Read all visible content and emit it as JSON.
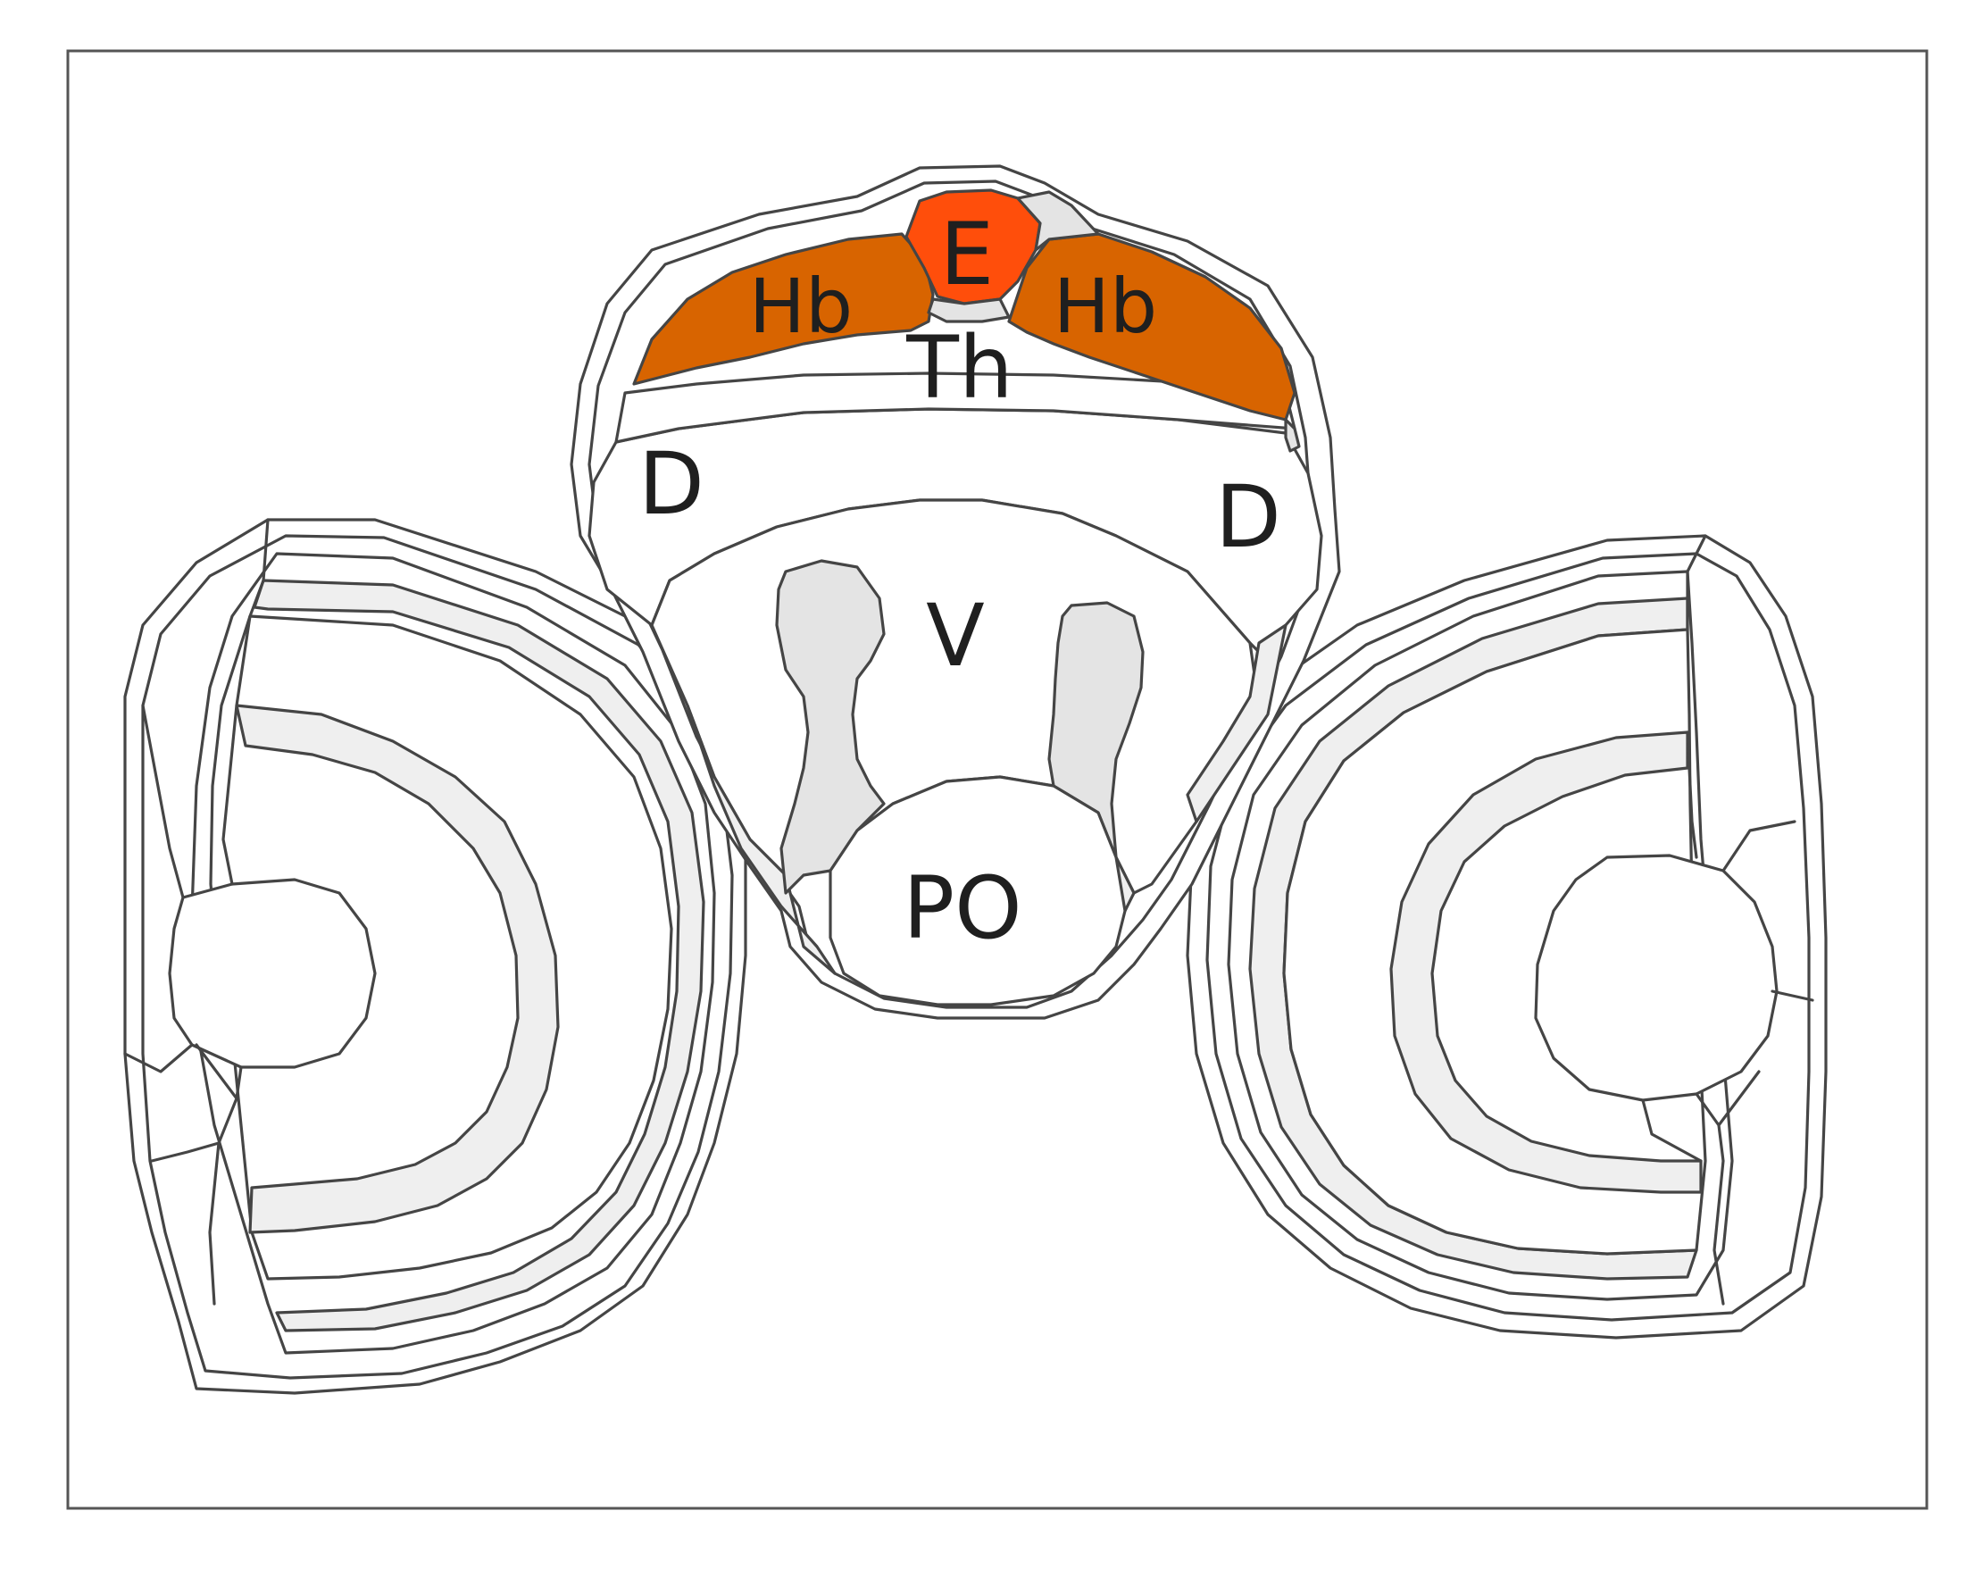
{
  "regions": {
    "habenula_left": {
      "label": "Hb",
      "color": "#d86400"
    },
    "epiphysis": {
      "label": "E",
      "color": "#ff4e0b"
    },
    "habenula_right": {
      "label": "Hb",
      "color": "#d86400"
    },
    "thalamus": {
      "label": "Th"
    },
    "dorsal_left": {
      "label": "D"
    },
    "dorsal_right": {
      "label": "D"
    },
    "ventricle": {
      "label": "V"
    },
    "preoptic": {
      "label": "PO"
    }
  },
  "colors": {
    "outline": "#454545",
    "frame": "#555555",
    "light_gray": "#efefef",
    "mid_gray": "#e4e4e4"
  }
}
